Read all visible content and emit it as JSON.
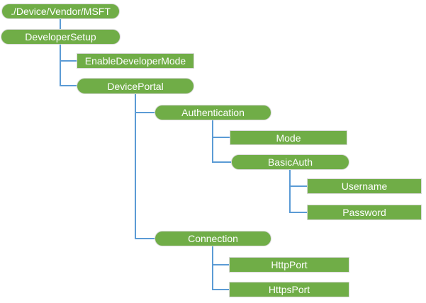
{
  "diagram": {
    "type": "tree",
    "colors": {
      "node_fill": "#70AD47",
      "node_border": "#D9D9D9",
      "connector": "#5B9BD5",
      "text": "#FFFFFF",
      "background": "#FFFFFF"
    },
    "nodes": [
      {
        "label": "./Device/Vendor/MSFT",
        "shape": "rounded",
        "parent": null
      },
      {
        "label": "DeveloperSetup",
        "shape": "rounded",
        "parent": "./Device/Vendor/MSFT"
      },
      {
        "label": "EnableDeveloperMode",
        "shape": "rectangle",
        "parent": "DeveloperSetup"
      },
      {
        "label": "DevicePortal",
        "shape": "rounded",
        "parent": "DeveloperSetup"
      },
      {
        "label": "Authentication",
        "shape": "rounded",
        "parent": "DevicePortal"
      },
      {
        "label": "Mode",
        "shape": "rectangle",
        "parent": "Authentication"
      },
      {
        "label": "BasicAuth",
        "shape": "rounded",
        "parent": "Authentication"
      },
      {
        "label": "Username",
        "shape": "rectangle",
        "parent": "BasicAuth"
      },
      {
        "label": "Password",
        "shape": "rectangle",
        "parent": "BasicAuth"
      },
      {
        "label": "Connection",
        "shape": "rounded",
        "parent": "DevicePortal"
      },
      {
        "label": "HttpPort",
        "shape": "rectangle",
        "parent": "Connection"
      },
      {
        "label": "HttpsPort",
        "shape": "rectangle",
        "parent": "Connection"
      }
    ]
  }
}
